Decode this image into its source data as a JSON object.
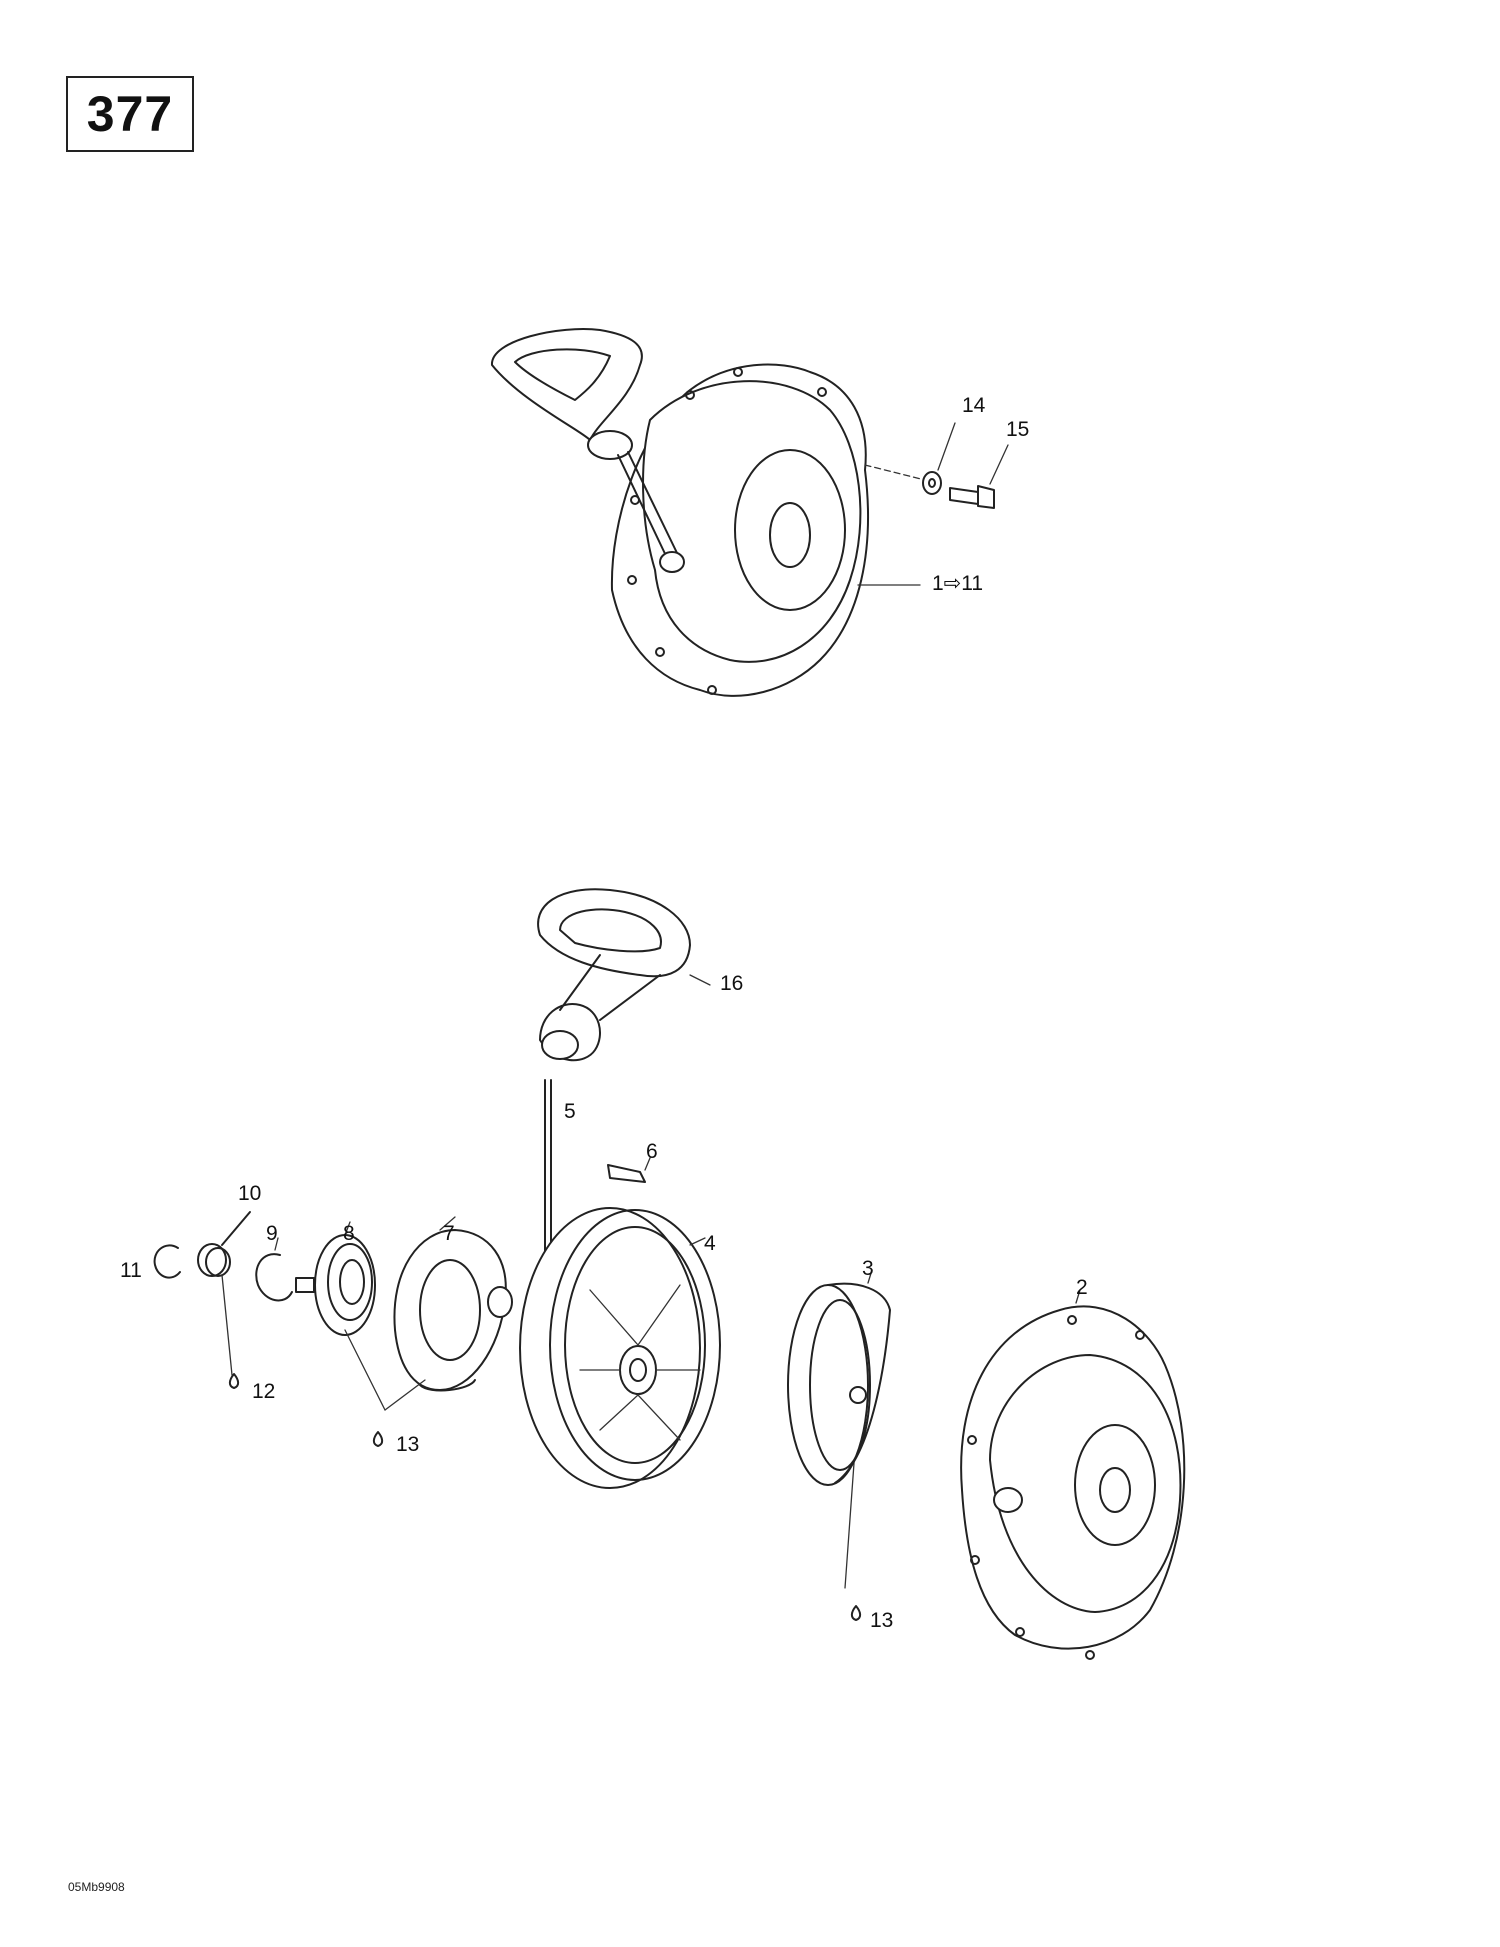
{
  "page_number": "377",
  "drawing_code": "05Mb9908",
  "callouts": {
    "assembly": "1⇨11",
    "c14": "14",
    "c15": "15",
    "c16": "16",
    "c5": "5",
    "c6": "6",
    "c10": "10",
    "c9": "9",
    "c8": "8",
    "c7": "7",
    "c4": "4",
    "c11": "11",
    "c12": "12",
    "c13a": "13",
    "c3": "3",
    "c2": "2",
    "c13b": "13"
  },
  "icons": {
    "lubricant": "oil-drop-icon",
    "assembly_arrow": "arrow-right-icon"
  }
}
